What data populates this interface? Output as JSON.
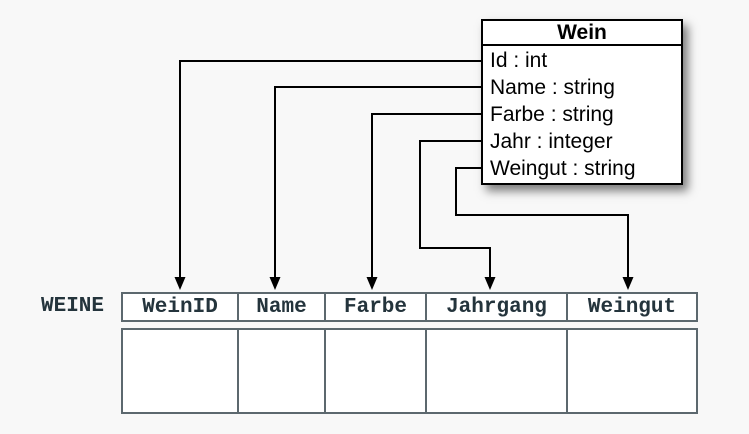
{
  "canvas": {
    "background": "#f8f8f8"
  },
  "class_box": {
    "title": "Wein",
    "attributes": [
      "Id : int",
      "Name : string",
      "Farbe : string",
      "Jahr : integer",
      "Weingut : string"
    ]
  },
  "table": {
    "label": "WEINE",
    "columns": [
      "WeinID",
      "Name",
      "Farbe",
      "Jahrgang",
      "Weingut"
    ]
  },
  "mappings": [
    {
      "from": "Id",
      "to": "WeinID"
    },
    {
      "from": "Name",
      "to": "Name"
    },
    {
      "from": "Farbe",
      "to": "Farbe"
    },
    {
      "from": "Jahr",
      "to": "Jahrgang"
    },
    {
      "from": "Weingut",
      "to": "Weingut"
    }
  ],
  "colors": {
    "background": "#f8f8f8",
    "box_border": "#000000",
    "connector": "#000000",
    "table_border": "#5c686e",
    "table_text": "#24343c"
  }
}
